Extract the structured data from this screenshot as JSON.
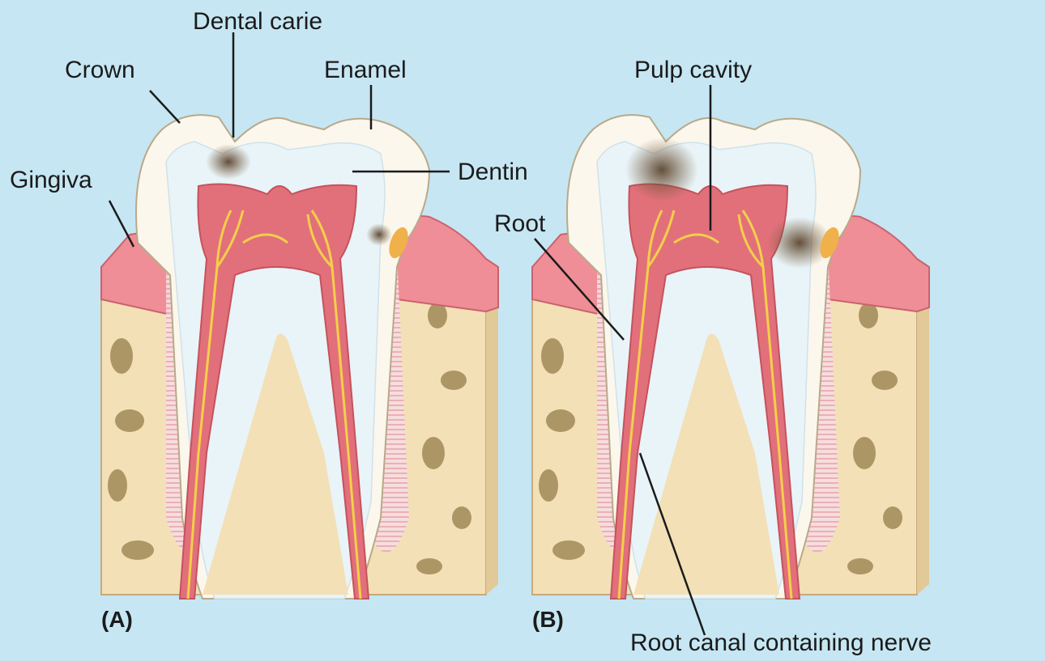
{
  "labels": {
    "dental_carie": "Dental carie",
    "crown": "Crown",
    "enamel": "Enamel",
    "gingiva": "Gingiva",
    "dentin": "Dentin",
    "pulp_cavity": "Pulp cavity",
    "root": "Root",
    "root_canal": "Root canal containing nerve",
    "panel_a": "(A)",
    "panel_b": "(B)"
  },
  "colors": {
    "background": "#c6e6f3",
    "enamel": "#fbf7ec",
    "dentin": "#e9f4f8",
    "pulp": "#e2707a",
    "nerve": "#f4cf4a",
    "gingiva": "#ef8e96",
    "bone": "#f3e0b6",
    "bone_spot": "#a08a58",
    "decay": "#7a6040"
  }
}
